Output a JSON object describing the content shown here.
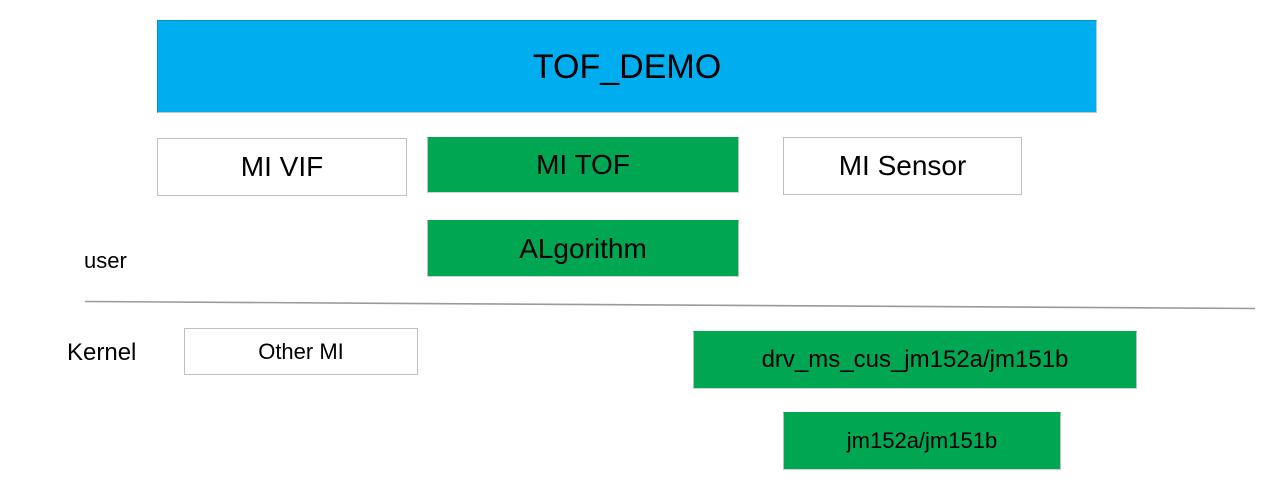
{
  "diagram": {
    "title": "TOF_DEMO software architecture",
    "colors": {
      "blue": "#00AEEF",
      "green": "#00A651",
      "outline": "#bfbfbf",
      "divider": "#9a9a9a",
      "text": "#000000",
      "background": "#ffffff"
    },
    "layers": {
      "user_label": "user",
      "kernel_label": "Kernel"
    },
    "blocks": {
      "tof_demo": "TOF_DEMO",
      "mi_vif": "MI VIF",
      "mi_tof": "MI TOF",
      "mi_sensor": "MI Sensor",
      "algorithm": "ALgorithm",
      "other_mi": "Other MI",
      "driver": "drv_ms_cus_jm152a/jm151b",
      "chip": "jm152a/jm151b"
    }
  }
}
